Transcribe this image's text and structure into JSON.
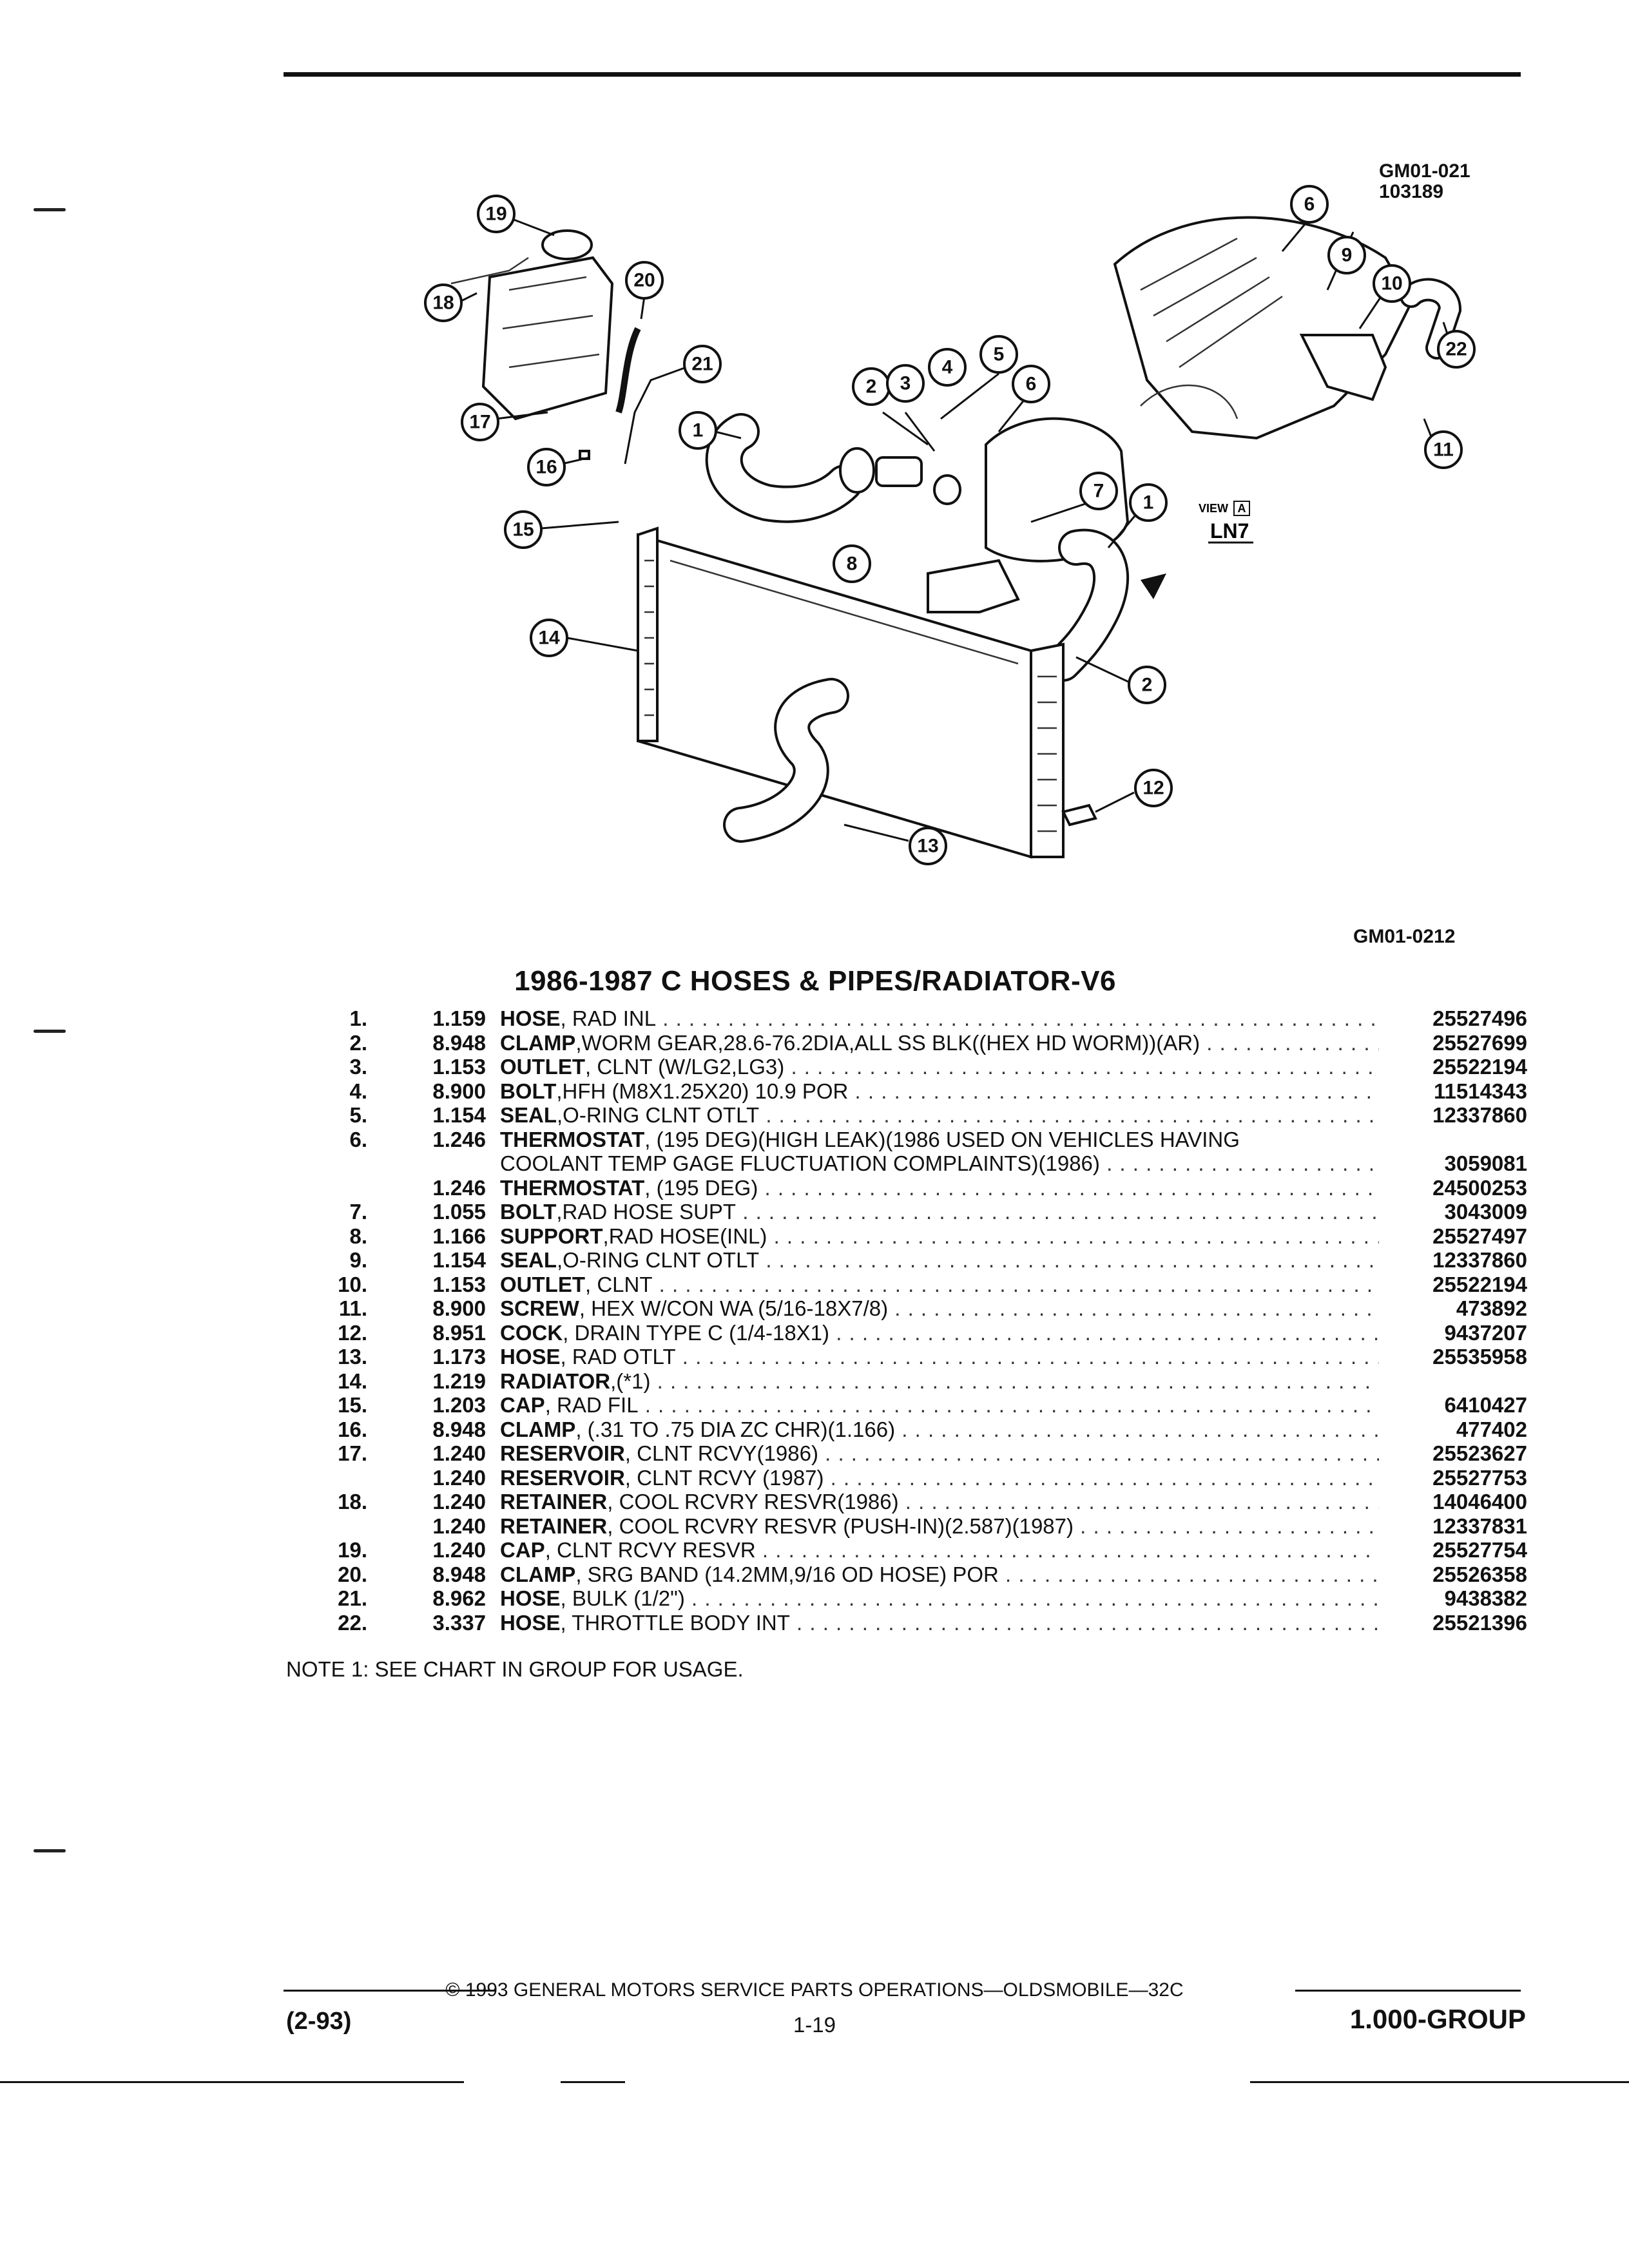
{
  "figure_ids": {
    "top": "GM01-021",
    "top_sub": "103189",
    "bottom": "GM01-0212"
  },
  "view_label": {
    "view": "VIEW",
    "box": "A",
    "engine": "LN7"
  },
  "title": "1986-1987 C HOSES & PIPES/RADIATOR-V6",
  "parts": [
    {
      "no": "1.",
      "group": "1.159",
      "name": "HOSE",
      "desc": ", RAD INL",
      "pn": "25527496"
    },
    {
      "no": "2.",
      "group": "8.948",
      "name": "CLAMP",
      "desc": ",WORM GEAR,28.6-76.2DIA,ALL SS BLK((HEX HD WORM))(AR)",
      "pn": "25527699"
    },
    {
      "no": "3.",
      "group": "1.153",
      "name": "OUTLET",
      "desc": ", CLNT (W/LG2,LG3)",
      "pn": "25522194"
    },
    {
      "no": "4.",
      "group": "8.900",
      "name": "BOLT",
      "desc": ",HFH (M8X1.25X20) 10.9 POR",
      "pn": "11514343"
    },
    {
      "no": "5.",
      "group": "1.154",
      "name": "SEAL",
      "desc": ",O-RING CLNT OTLT",
      "pn": "12337860"
    },
    {
      "no": "6.",
      "group": "1.246",
      "name": "THERMOSTAT",
      "desc": ", (195 DEG)(HIGH LEAK)(1986 USED ON VEHICLES HAVING",
      "pn": ""
    },
    {
      "no": "",
      "group": "",
      "name": "",
      "desc": "COOLANT TEMP GAGE FLUCTUATION COMPLAINTS)(1986)",
      "pn": "3059081"
    },
    {
      "no": "",
      "group": "1.246",
      "name": "THERMOSTAT",
      "desc": ", (195 DEG)",
      "pn": "24500253"
    },
    {
      "no": "7.",
      "group": "1.055",
      "name": "BOLT",
      "desc": ",RAD HOSE SUPT",
      "pn": "3043009"
    },
    {
      "no": "8.",
      "group": "1.166",
      "name": "SUPPORT",
      "desc": ",RAD HOSE(INL)",
      "pn": "25527497"
    },
    {
      "no": "9.",
      "group": "1.154",
      "name": "SEAL",
      "desc": ",O-RING CLNT OTLT",
      "pn": "12337860"
    },
    {
      "no": "10.",
      "group": "1.153",
      "name": "OUTLET",
      "desc": ", CLNT",
      "pn": "25522194"
    },
    {
      "no": "11.",
      "group": "8.900",
      "name": "SCREW",
      "desc": ", HEX W/CON WA (5/16-18X7/8)",
      "pn": "473892"
    },
    {
      "no": "12.",
      "group": "8.951",
      "name": "COCK",
      "desc": ", DRAIN TYPE C (1/4-18X1)",
      "pn": "9437207"
    },
    {
      "no": "13.",
      "group": "1.173",
      "name": "HOSE",
      "desc": ", RAD OTLT",
      "pn": "25535958"
    },
    {
      "no": "14.",
      "group": "1.219",
      "name": "RADIATOR",
      "desc": ",(*1)",
      "pn": ""
    },
    {
      "no": "15.",
      "group": "1.203",
      "name": "CAP",
      "desc": ", RAD FIL",
      "pn": "6410427"
    },
    {
      "no": "16.",
      "group": "8.948",
      "name": "CLAMP",
      "desc": ", (.31 TO .75 DIA ZC CHR)(1.166)",
      "pn": "477402"
    },
    {
      "no": "17.",
      "group": "1.240",
      "name": "RESERVOIR",
      "desc": ", CLNT RCVY(1986)",
      "pn": "25523627"
    },
    {
      "no": "",
      "group": "1.240",
      "name": "RESERVOIR",
      "desc": ", CLNT RCVY (1987)",
      "pn": "25527753"
    },
    {
      "no": "18.",
      "group": "1.240",
      "name": "RETAINER",
      "desc": ", COOL RCVRY RESVR(1986)",
      "pn": "14046400"
    },
    {
      "no": "",
      "group": "1.240",
      "name": "RETAINER",
      "desc": ", COOL RCVRY RESVR (PUSH-IN)(2.587)(1987)",
      "pn": "12337831"
    },
    {
      "no": "19.",
      "group": "1.240",
      "name": "CAP",
      "desc": ", CLNT RCVY RESVR",
      "pn": "25527754"
    },
    {
      "no": "20.",
      "group": "8.948",
      "name": "CLAMP",
      "desc": ", SRG BAND (14.2MM,9/16 OD HOSE) POR",
      "pn": "25526358"
    },
    {
      "no": "21.",
      "group": "8.962",
      "name": "HOSE",
      "desc": ", BULK (1/2\")",
      "pn": "9438382"
    },
    {
      "no": "22.",
      "group": "3.337",
      "name": "HOSE",
      "desc": ", THROTTLE BODY INT",
      "pn": "25521396"
    }
  ],
  "note": "NOTE 1: SEE CHART IN GROUP FOR USAGE.",
  "footer": {
    "copyright": "© 1993 GENERAL MOTORS SERVICE PARTS OPERATIONS—OLDSMOBILE—32C",
    "left": "(2-93)",
    "page": "1-19",
    "right": "1.000-GROUP"
  },
  "callouts": [
    "19",
    "18",
    "20",
    "21",
    "17",
    "16",
    "15",
    "14",
    "1",
    "2",
    "3",
    "4",
    "5",
    "6",
    "7",
    "8",
    "1",
    "2",
    "12",
    "13",
    "6",
    "9",
    "10",
    "22",
    "11"
  ]
}
